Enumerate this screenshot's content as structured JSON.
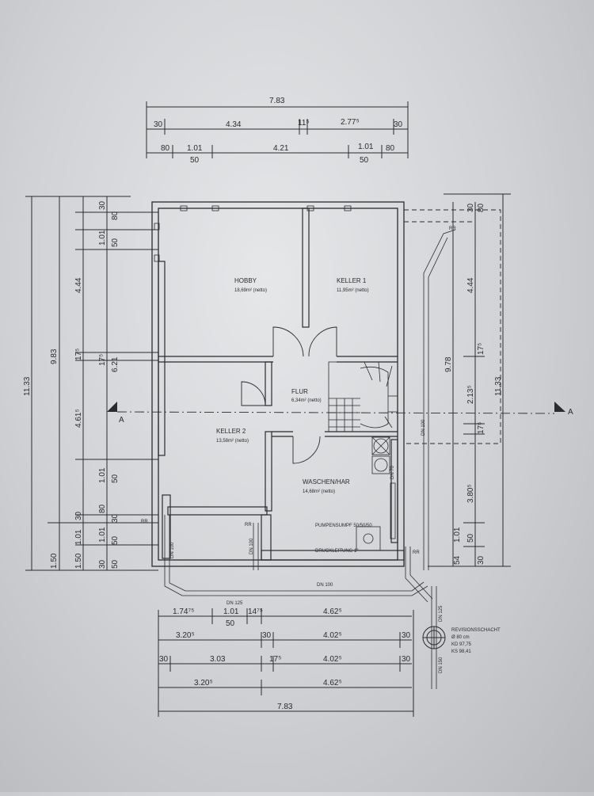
{
  "plan": {
    "rooms": [
      {
        "name": "HOBBY",
        "area": "18,69m² (netto)"
      },
      {
        "name": "KELLER 1",
        "area": "11,95m² (netto)"
      },
      {
        "name": "FLUR",
        "area": "6,34m² (netto)"
      },
      {
        "name": "KELLER 2",
        "area": "13,58m² (netto)"
      },
      {
        "name": "WASCHEN/HAR",
        "area": "14,68m² (netto)"
      }
    ],
    "labels": {
      "pumpensumpf": "PUMPENSUMPF 50/50/50",
      "druckleitung": "DRUCKLEITUNG 1\"",
      "revision_title": "REVISIONSSCHACHT",
      "revision_size": "Ø 80 cm",
      "revision_kd": "KD 97,75",
      "revision_ks": "KS 98,41",
      "section": "A",
      "rr": "RR",
      "dn100": "DN 100",
      "dn125": "DN 125",
      "dn150": "DN 150",
      "dn70": "DN 70"
    },
    "dims_top": {
      "overall": "7.83",
      "row2": [
        "30",
        "4.34",
        "11⁵",
        "2.77⁵",
        "30"
      ],
      "row3a": [
        "80",
        "1.01",
        "4.21",
        "1.01",
        "80"
      ],
      "row3b": [
        "50",
        "50"
      ]
    },
    "dims_left": {
      "outer": "11.33",
      "col2": "9.83",
      "col3": [
        "4.44",
        "17⁵",
        "4.61⁵",
        "30",
        "1.01",
        "1.50"
      ],
      "col4": [
        "30",
        "1.01",
        "50",
        "17⁵",
        "6.21",
        "80",
        "1.01",
        "50"
      ],
      "bottom": [
        "30",
        "50",
        "80",
        "1.01",
        "1.50",
        "30",
        "50"
      ]
    },
    "dims_right": {
      "outer": "11.33",
      "col2": "9.78",
      "col3": [
        "4.44",
        "2.13⁵",
        "3.80⁵"
      ],
      "col4": [
        "30",
        "80",
        "17⁵",
        "17⁵",
        "1.01",
        "50",
        "54",
        "30"
      ]
    },
    "dims_bottom": {
      "row1": [
        "1.74⁷⁵",
        "1.01",
        "14⁷⁵",
        "4.62⁵"
      ],
      "row1b": [
        "50"
      ],
      "row2": [
        "3.20⁵",
        "30",
        "4.02⁵",
        "30"
      ],
      "row3": [
        "30",
        "3.03",
        "17⁵",
        "4.02⁵",
        "30"
      ],
      "row4": [
        "3.20⁵",
        "4.62⁵"
      ],
      "overall": "7.83"
    },
    "colors": {
      "ink": "#2b2b2e",
      "paper": "#dcdde0"
    }
  }
}
